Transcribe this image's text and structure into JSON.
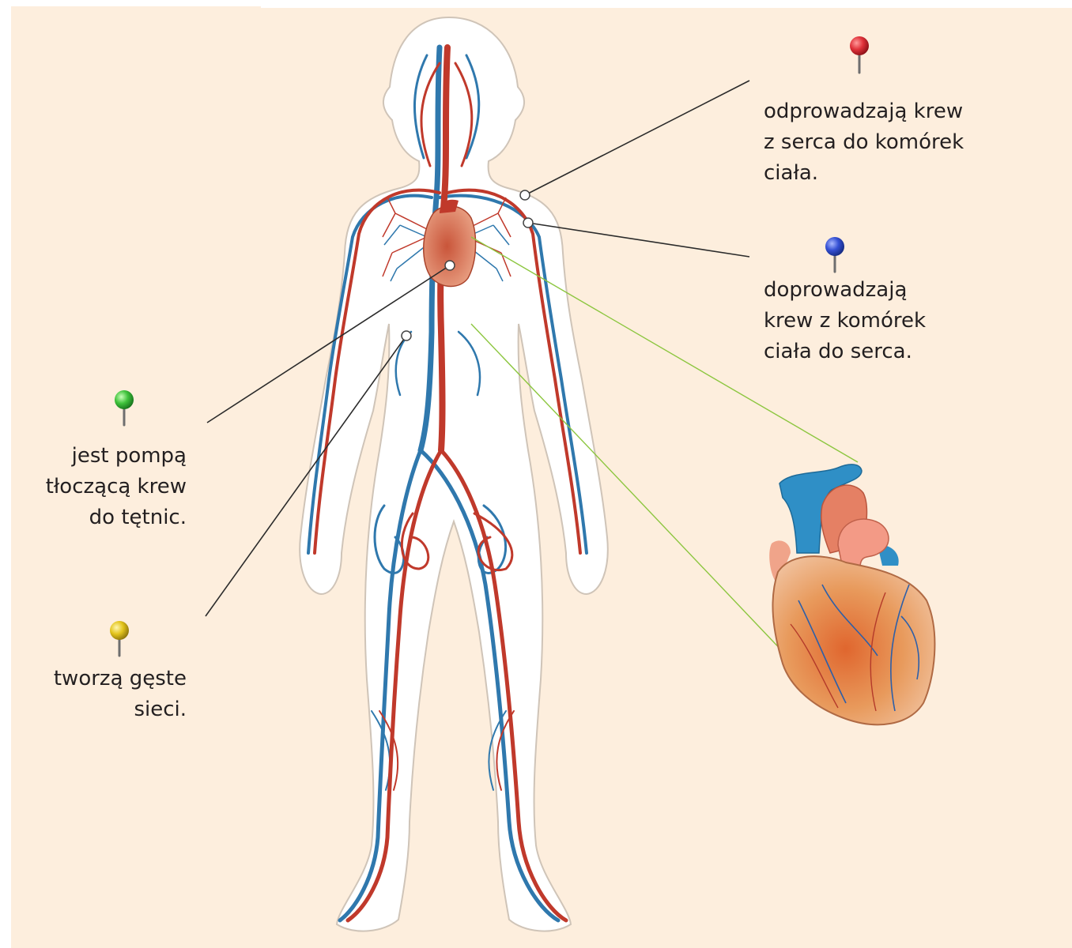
{
  "labels": {
    "arteries": "odprowadzają krew\nz serca do komórek\nciała.",
    "veins": "doprowadzają\nkrew z komórek\nciała do serca.",
    "heart": "jest pompą\ntłoczącą krew\ndo tętnic.",
    "capillaries": "tworzą gęste\nsieci."
  },
  "pins": {
    "arteries": {
      "color": "#e0323a",
      "name": "red-pin-icon"
    },
    "veins": {
      "color": "#3550d4",
      "name": "blue-pin-icon"
    },
    "heart": {
      "color": "#3fc23b",
      "name": "green-pin-icon"
    },
    "capillaries": {
      "color": "#e3c41c",
      "name": "yellow-pin-icon"
    }
  },
  "colors": {
    "background": "#fdeedd",
    "artery": "#c0392b",
    "vein": "#2f78ad",
    "body_fill": "#ffffff",
    "body_outline": "#cfc4b8",
    "leader_line": "#2b2b2b",
    "zoom_line": "#8cc63f"
  }
}
